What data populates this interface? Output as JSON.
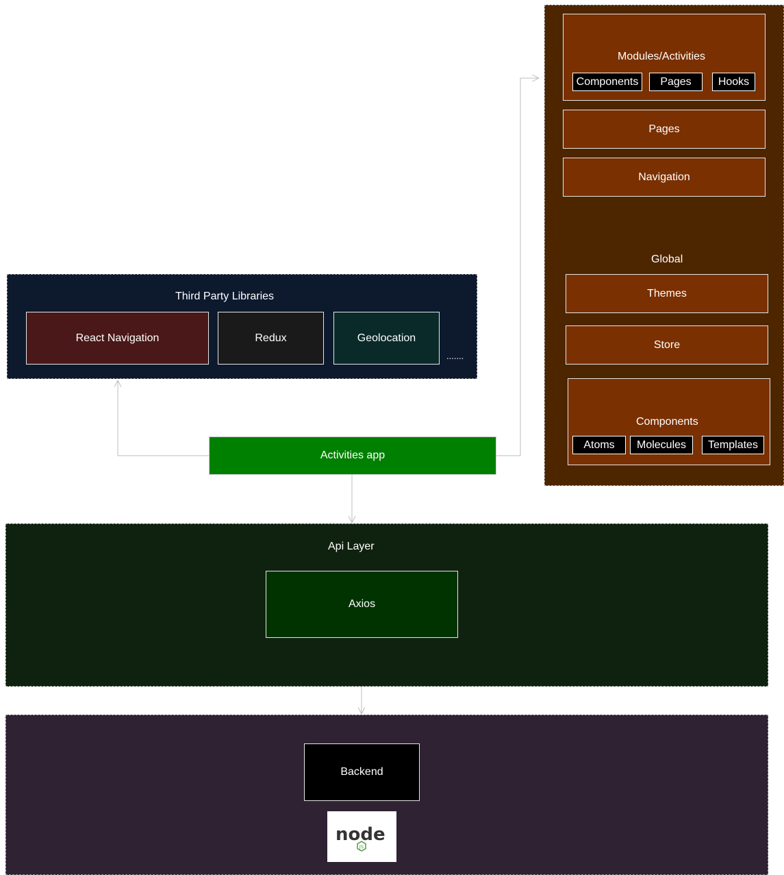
{
  "colors": {
    "third_party_bg": "#0d1a2e",
    "react_navigation_bg": "#4a1818",
    "redux_bg": "#1a1a1a",
    "geolocation_bg": "#0a2a2a",
    "activities_app_bg": "#008000",
    "right_panel_bg": "#4d2600",
    "orange_box_bg": "#7a3000",
    "api_layer_bg": "#0f220f",
    "axios_bg": "#003300",
    "backend_panel_bg": "#2f2233",
    "backend_box_bg": "#000000",
    "connector": "#bdbdbd"
  },
  "third_party": {
    "title": "Third Party Libraries",
    "items": [
      "React Navigation",
      "Redux",
      "Geolocation"
    ],
    "ellipsis": "......."
  },
  "activities_app": {
    "label": "Activities app"
  },
  "right_panel": {
    "modules": {
      "title": "Modules/Activities",
      "chips": [
        "Components",
        "Pages",
        "Hooks"
      ]
    },
    "pages": "Pages",
    "navigation": "Navigation",
    "global_title": "Global",
    "themes": "Themes",
    "store": "Store",
    "components": {
      "title": "Components",
      "chips": [
        "Atoms",
        "Molecules",
        "Templates"
      ]
    }
  },
  "api_layer": {
    "title": "Api Layer",
    "axios": "Axios"
  },
  "backend": {
    "label": "Backend",
    "logo_text": "node",
    "logo_sub": "JS",
    "logo_icon": "nodejs-logo"
  }
}
